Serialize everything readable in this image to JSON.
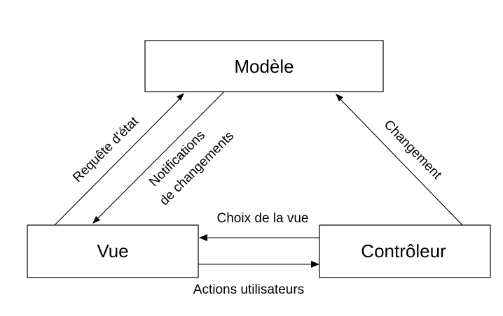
{
  "nodes": {
    "modele": "Modèle",
    "vue": "Vue",
    "controleur": "Contrôleur"
  },
  "edges": {
    "requete_etat": "Requête d'état",
    "notifications_line1": "Notifications",
    "notifications_line2": "de changements",
    "changement": "Changement",
    "choix_vue": "Choix de la vue",
    "actions_utilisateurs": "Actions utilisateurs"
  }
}
